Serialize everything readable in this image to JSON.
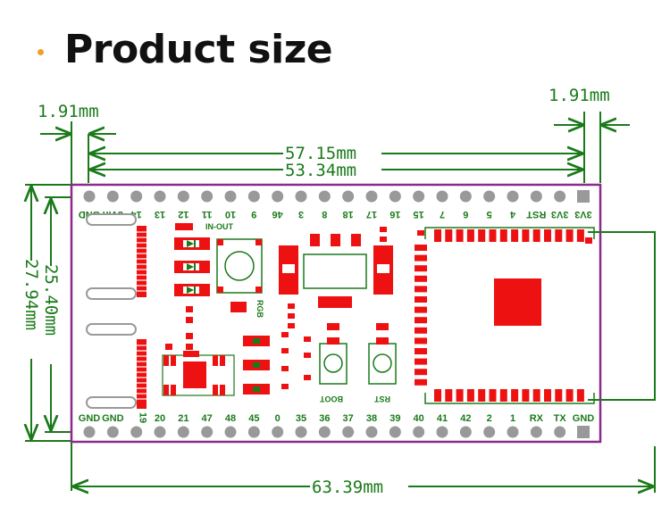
{
  "page": {
    "title": "Product size",
    "bullet_color": "#f0a020"
  },
  "colors": {
    "dimension": "#1a7a1a",
    "board_outline": "#8a2a8a",
    "pad": "#ee1111",
    "pin_hole": "#999999"
  },
  "dimensions": {
    "left_margin": "1.91mm",
    "right_margin": "1.91mm",
    "pin_span": "57.15mm",
    "inner_span": "53.34mm",
    "board_length": "63.39mm",
    "row_spacing": "25.40mm",
    "board_width": "27.94mm"
  },
  "top_pins": [
    "GND",
    "5Vin",
    "14",
    "13",
    "12",
    "11",
    "10",
    "9",
    "46",
    "3",
    "8",
    "18",
    "17",
    "16",
    "15",
    "7",
    "6",
    "5",
    "4",
    "RST",
    "3V3",
    "3V3"
  ],
  "bottom_pins": [
    "GND",
    "GND",
    "19",
    "20",
    "21",
    "47",
    "48",
    "45",
    "0",
    "35",
    "36",
    "37",
    "38",
    "39",
    "40",
    "41",
    "42",
    "2",
    "1",
    "RX",
    "TX",
    "GND"
  ],
  "silkscreen": {
    "in_out": "IN-OUT",
    "rgb": "RGB",
    "boot": "BOOT",
    "rst": "RST"
  }
}
